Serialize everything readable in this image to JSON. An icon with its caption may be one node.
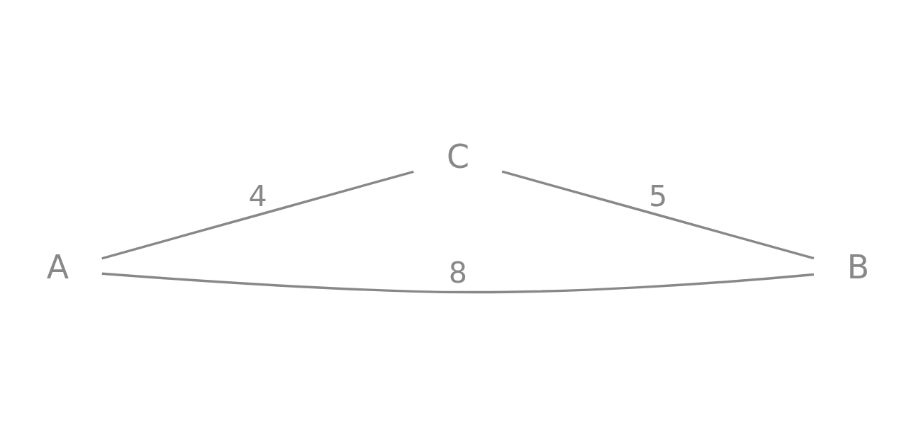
{
  "diagram": {
    "nodes": [
      {
        "text": [
          "C"
        ]
      },
      {
        "text": [
          "A"
        ]
      },
      {
        "text": [
          "B"
        ]
      }
    ],
    "edges": [
      {
        "from": 1,
        "to": 0,
        "arrow": "none",
        "label": "4"
      },
      {
        "from": 0,
        "to": 2,
        "arrow": "none",
        "label": "5"
      },
      {
        "from": 1,
        "to": 2,
        "arrow": "none",
        "label": "8"
      }
    ]
  }
}
